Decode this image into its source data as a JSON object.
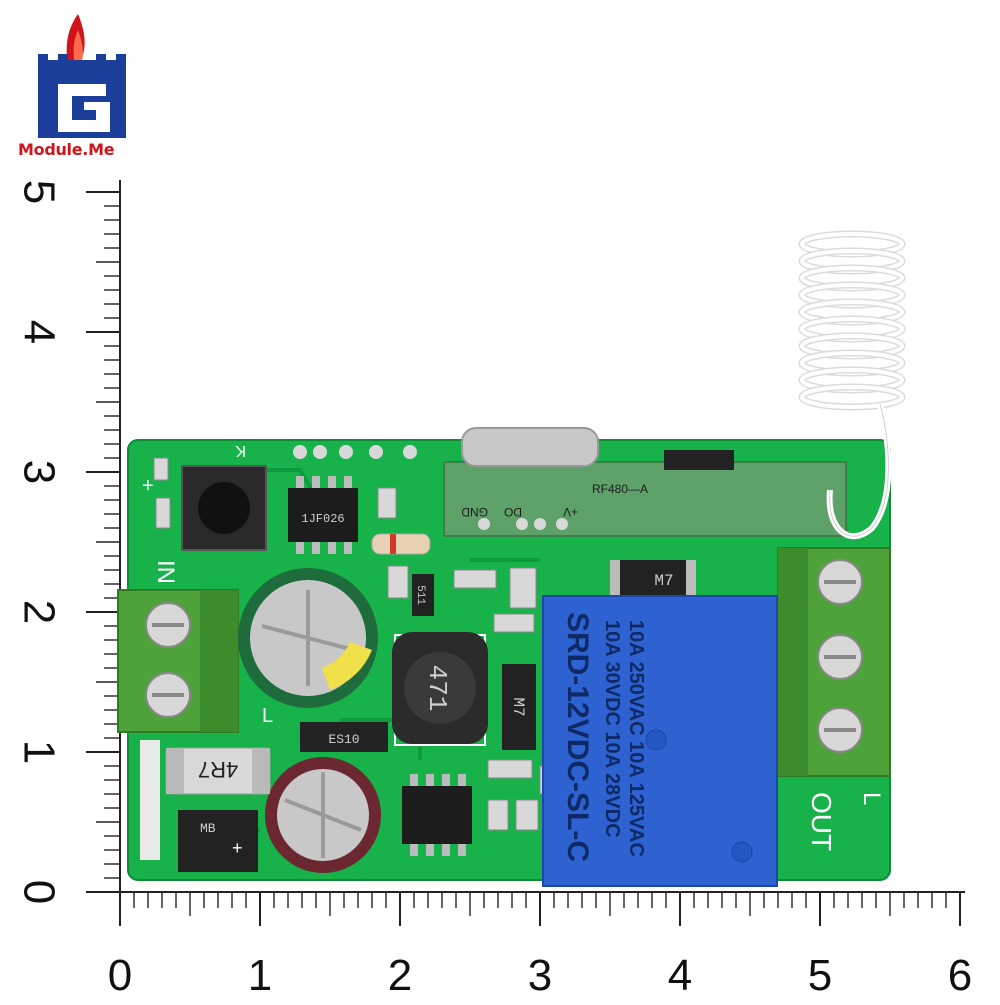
{
  "brand": {
    "name": "Module.Me",
    "color": "#d0141b",
    "accent": "#1a3e9a"
  },
  "ruler": {
    "x_labels": [
      "0",
      "1",
      "2",
      "3",
      "4",
      "5",
      "6"
    ],
    "y_labels": [
      "0",
      "1",
      "2",
      "3",
      "4",
      "5"
    ],
    "unit": "cm"
  },
  "board": {
    "color": "#17b24a",
    "labels": {
      "in": "IN",
      "out": "OUT",
      "plus": "+",
      "l": "L",
      "k": "K",
      "plus2": "+"
    },
    "rf_module": {
      "model": "RF480—A",
      "pins": [
        "GND",
        "DO",
        "+V"
      ]
    },
    "relay": {
      "color": "#2e62d0",
      "lines": [
        "10A 250VAC  10A 125VAC",
        "10A  30VDC  10A  28VDC",
        "SRD-12VDC-SL-C"
      ]
    },
    "components": {
      "inductor": "4R7",
      "inductor_top": "471",
      "resistor": "511",
      "diode_1": "M7",
      "diode_2": "M7",
      "diode_3": "ES10",
      "bridge": "MB",
      "chip": "1JF026"
    }
  }
}
